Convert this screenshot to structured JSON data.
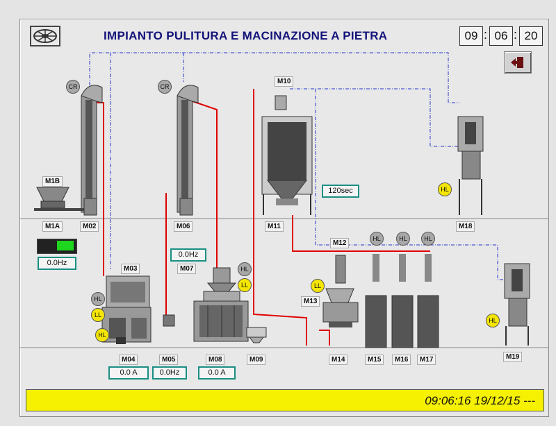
{
  "header": {
    "title": "IMPIANTO PULITURA E MACINAZIONE A PIETRA",
    "clock": {
      "hh": "09",
      "mm": "06",
      "ss": "20"
    }
  },
  "machines": {
    "m1a": "M1A",
    "m1b": "M1B",
    "m02": "M02",
    "m03": "M03",
    "m04": "M04",
    "m05": "M05",
    "m06": "M06",
    "m07": "M07",
    "m08": "M08",
    "m09": "M09",
    "m10": "M10",
    "m11": "M11",
    "m12": "M12",
    "m13": "M13",
    "m14": "M14",
    "m15": "M15",
    "m16": "M16",
    "m17": "M17",
    "m18": "M18",
    "m19": "M19"
  },
  "readouts": {
    "m1a_freq": "0.0Hz",
    "m07_freq": "0.0Hz",
    "m04_current": "0.0 A",
    "m05_freq": "0.0Hz",
    "m08_current": "0.0 A",
    "m11_timer": "120sec"
  },
  "indicators": {
    "cr": "CR",
    "hl": "HL",
    "ll": "LL"
  },
  "status": {
    "text": "09:06:16  19/12/15  ---"
  },
  "colors": {
    "title": "#12127a",
    "status_bar": "#f6f100",
    "active_line": "#e00000",
    "signal_line": "#2233cc",
    "run_indicator": "#1ed61e"
  }
}
